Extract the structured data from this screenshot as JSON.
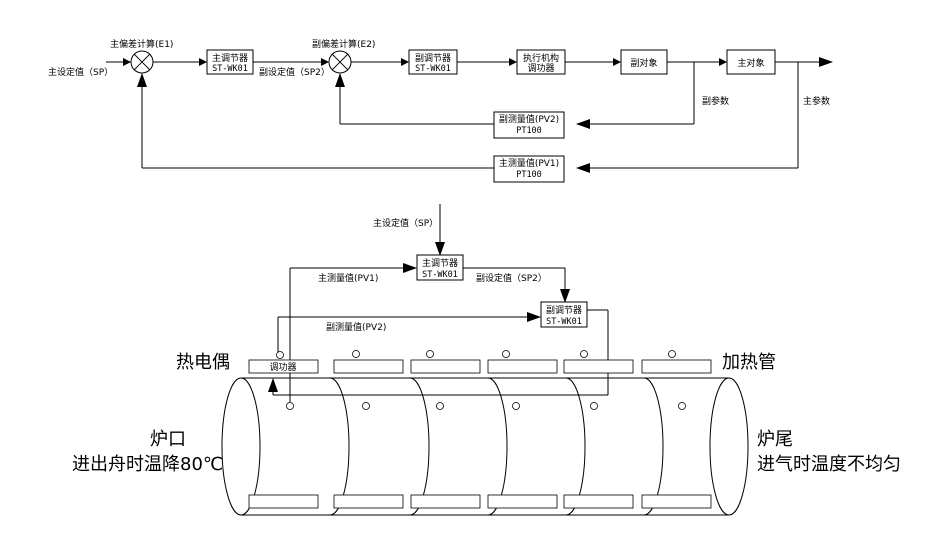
{
  "block_diagram": {
    "main_setpoint": "主设定值（SP）",
    "main_error": "主偏差计算(E1)",
    "main_controller": {
      "line1": "主调节器",
      "line2": "ST-WK01"
    },
    "sub_setpoint": "副设定值（SP2）",
    "sub_error": "副偏差计算(E2)",
    "sub_controller": {
      "line1": "副调节器",
      "line2": "ST-WK01"
    },
    "actuator": {
      "line1": "执行机构",
      "line2": "调功器"
    },
    "sub_object": "副对象",
    "main_object": "主对象",
    "sub_param": "副参数",
    "main_param": "主参数",
    "sub_measure": {
      "line1": "副测量值(PV2)",
      "line2": "PT100"
    },
    "main_measure": {
      "line1": "主测量值(PV1)",
      "line2": "PT100"
    }
  },
  "furnace": {
    "main_setpoint": "主设定值（SP）",
    "main_controller": {
      "line1": "主调节器",
      "line2": "ST-WK01"
    },
    "main_measure": "主测量值(PV1)",
    "sub_setpoint": "副设定值（SP2）",
    "sub_controller": {
      "line1": "副调节器",
      "line2": "ST-WK01"
    },
    "sub_measure": "副测量值(PV2)",
    "power_regulator": "调功器",
    "thermocouple": "热电偶",
    "heater": "加热管",
    "mouth": "炉口",
    "mouth_note": "进出舟时温降80℃",
    "tail": "炉尾",
    "tail_note": "进气时温度不均匀"
  }
}
